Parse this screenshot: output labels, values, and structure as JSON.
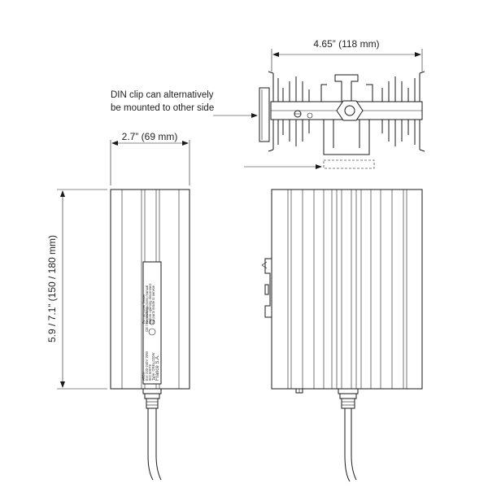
{
  "dimensions": {
    "top_width": "4.65” (118 mm)",
    "front_width": "2.7” (69 mm)",
    "height": "5.9 / 7.1” (150 / 180 mm)"
  },
  "note": {
    "line1": "DIN clip can alternatively",
    "line2": "be mounted to other side"
  },
  "label_plate": {
    "brand": "France S.A.",
    "lines": [
      "Type: CREx 020W",
      "IEC 60079",
      "EU: 220-240V 20W",
      "ATEX",
      "CE / Ex marking",
      "No parts inside to service",
      "Before opening disconnect",
      "Read instructions manual",
      "Do not cover heater"
    ]
  }
}
